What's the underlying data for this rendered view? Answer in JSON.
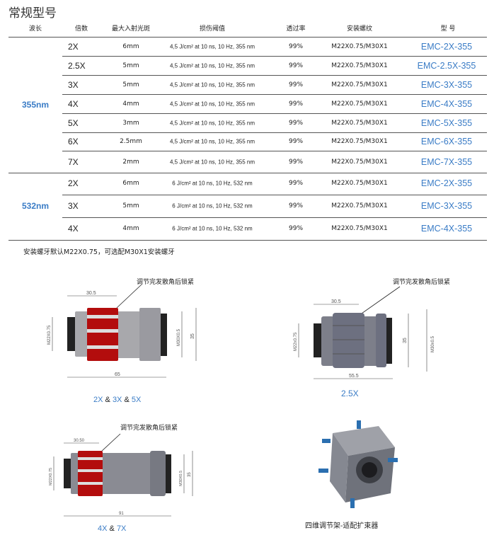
{
  "title": "常规型号",
  "headers": [
    "波长",
    "倍数",
    "最大入射光斑",
    "损伤阈值",
    "透过率",
    "安装螺纹",
    "型 号"
  ],
  "groups": [
    {
      "wavelength": "355nm",
      "rows": [
        {
          "mag": "2X",
          "spot": "6mm",
          "threshold": "4,5 J/cm² at 10 ns, 10 Hz, 355 nm",
          "trans": "99%",
          "thread": "M22X0.75/M30X1",
          "model": "EMC-2X-355"
        },
        {
          "mag": "2.5X",
          "spot": "5mm",
          "threshold": "4,5 J/cm² at 10 ns, 10 Hz, 355 nm",
          "trans": "99%",
          "thread": "M22X0.75/M30X1",
          "model": "EMC-2.5X-355"
        },
        {
          "mag": "3X",
          "spot": "5mm",
          "threshold": "4,5 J/cm² at 10 ns, 10 Hz, 355 nm",
          "trans": "99%",
          "thread": "M22X0.75/M30X1",
          "model": "EMC-3X-355"
        },
        {
          "mag": "4X",
          "spot": "4mm",
          "threshold": "4,5 J/cm² at 10 ns, 10 Hz, 355 nm",
          "trans": "99%",
          "thread": "M22X0.75/M30X1",
          "model": "EMC-4X-355"
        },
        {
          "mag": "5X",
          "spot": "3mm",
          "threshold": "4,5 J/cm² at 10 ns, 10 Hz, 355 nm",
          "trans": "99%",
          "thread": "M22X0.75/M30X1",
          "model": "EMC-5X-355"
        },
        {
          "mag": "6X",
          "spot": "2.5mm",
          "threshold": "4,5 J/cm² at 10 ns, 10 Hz, 355 nm",
          "trans": "99%",
          "thread": "M22X0.75/M30X1",
          "model": "EMC-6X-355"
        },
        {
          "mag": "7X",
          "spot": "2mm",
          "threshold": "4,5 J/cm² at 10 ns, 10 Hz, 355 nm",
          "trans": "99%",
          "thread": "M22X0.75/M30X1",
          "model": "EMC-7X-355"
        }
      ]
    },
    {
      "wavelength": "532nm",
      "rows": [
        {
          "mag": "2X",
          "spot": "6mm",
          "threshold": "6 J/cm² at 10 ns, 10 Hz, 532 nm",
          "trans": "99%",
          "thread": "M22X0.75/M30X1",
          "model": "EMC-2X-355"
        },
        {
          "mag": "3X",
          "spot": "5mm",
          "threshold": "6 J/cm² at 10 ns, 10 Hz, 532 nm",
          "trans": "99%",
          "thread": "M22X0.75/M30X1",
          "model": "EMC-3X-355"
        },
        {
          "mag": "4X",
          "spot": "4mm",
          "threshold": "6 J/cm² at 10 ns, 10 Hz, 532 nm",
          "trans": "99%",
          "thread": "M22X0.75/M30X1",
          "model": "EMC-4X-355"
        }
      ]
    }
  ],
  "note": "安装螺牙默认M22X0.75，可选配M30X1安装螺牙",
  "drawings": {
    "lock_label": "调节完发散角后锁紧",
    "d1": {
      "top": "30.5",
      "left": "M22X0.75",
      "inner": "M30X0.5",
      "outer": "35",
      "length": "65",
      "cap": [
        "2X",
        "&",
        "3X",
        "&",
        "5X"
      ]
    },
    "d2": {
      "top": "30.5",
      "left": "M22x0.75",
      "inner": "35",
      "outer": "M30x0.5",
      "length": "55.5",
      "cap": "2.5X"
    },
    "d3": {
      "top": "30.50",
      "left": "M22X0.75",
      "inner": "M30X0.5",
      "outer": "35",
      "length": "91",
      "cap": [
        "4X",
        "&",
        "7X"
      ]
    },
    "d4": {
      "cap": "四维调节架-适配扩束器"
    }
  },
  "colors": {
    "accent": "#3a7cc6",
    "red": "#b30d0d",
    "metal": "#8f9096"
  }
}
